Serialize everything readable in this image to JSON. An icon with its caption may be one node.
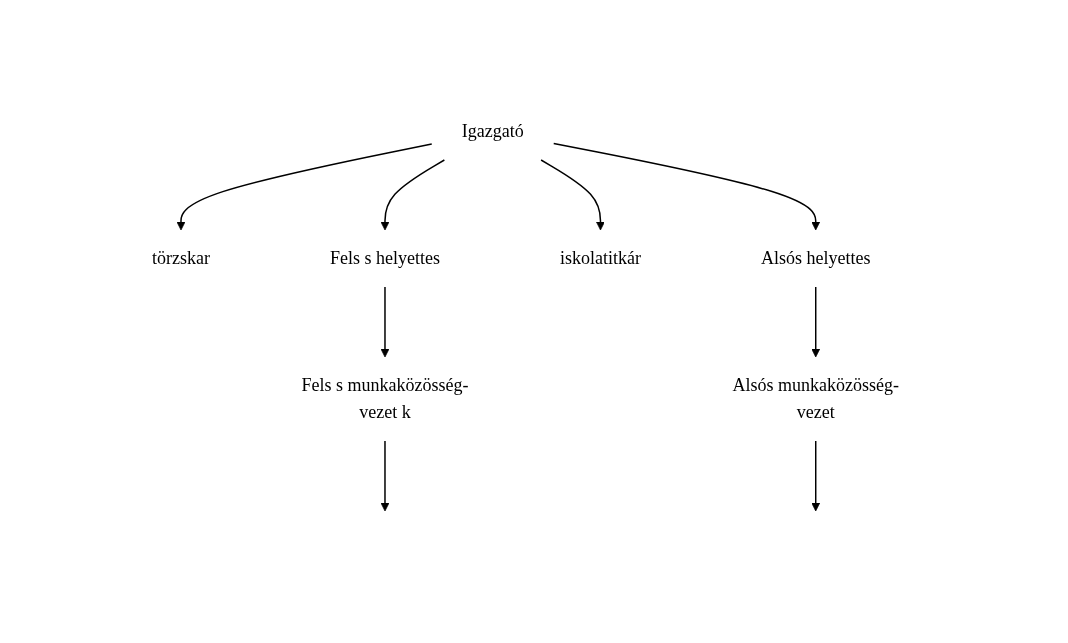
{
  "diagram": {
    "nodes": [
      {
        "text": [
          "Igazgató"
        ]
      },
      {
        "text": [
          "törzskar"
        ]
      },
      {
        "text": [
          "Fels s helyettes"
        ]
      },
      {
        "text": [
          "iskolatitkár"
        ]
      },
      {
        "text": [
          "Alsós helyettes"
        ]
      },
      {
        "text": [
          "Fels s munkaközösség-vezet k"
        ]
      },
      {
        "text": [
          "Alsós munkaközösség-vezet"
        ]
      }
    ],
    "edges": [
      {
        "from": 0,
        "to": 1,
        "arrow": "to"
      },
      {
        "from": 0,
        "to": 2,
        "arrow": "to"
      },
      {
        "from": 0,
        "to": 3,
        "arrow": "to"
      },
      {
        "from": 0,
        "to": 4,
        "arrow": "to"
      },
      {
        "from": 2,
        "to": 5,
        "arrow": "to"
      },
      {
        "from": 4,
        "to": 6,
        "arrow": "to"
      },
      {
        "from": 5,
        "to": null,
        "arrow": "to"
      },
      {
        "from": 6,
        "to": null,
        "arrow": "to"
      }
    ]
  }
}
